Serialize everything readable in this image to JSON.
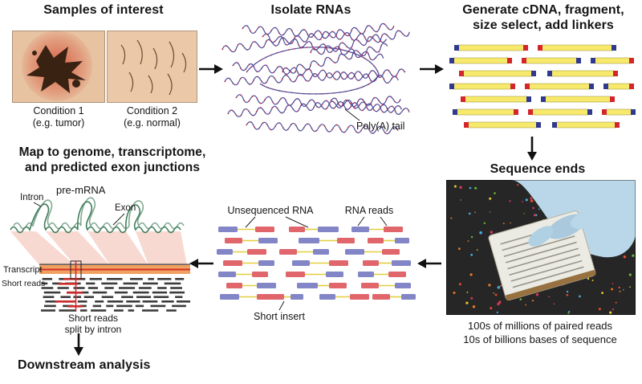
{
  "samples": {
    "title": "Samples of interest",
    "condition1": {
      "label": "Condition 1",
      "sublabel": "(e.g. tumor)"
    },
    "condition2": {
      "label": "Condition 2",
      "sublabel": "(e.g. normal)"
    }
  },
  "isolate": {
    "title": "Isolate RNAs",
    "polya_label": "Poly(A) tail"
  },
  "cdna": {
    "title_line1": "Generate cDNA, fragment,",
    "title_line2": "size select, add linkers"
  },
  "sequence": {
    "title": "Sequence ends",
    "caption_line1": "100s of millions of paired reads",
    "caption_line2": "10s of billions bases of sequence"
  },
  "reads": {
    "unsequenced_label": "Unsequenced RNA",
    "rna_reads_label": "RNA reads",
    "short_insert_label": "Short insert"
  },
  "map": {
    "title_line1": "Map to genome, transcriptome,",
    "title_line2": "and predicted exon junctions",
    "intron_label": "Intron",
    "premrna_label": "pre-mRNA",
    "exon_label": "Exon",
    "transcript_label": "Transcript",
    "short_reads_label": "Short reads",
    "split_label_line1": "Short reads",
    "split_label_line2": "split by intron"
  },
  "downstream": {
    "title": "Downstream analysis"
  },
  "colors": {
    "sample_bg": "#e7c3a2",
    "tumor_dark": "#3a2212",
    "rna_blue": "#474c9c",
    "rna_red": "#c4304a",
    "fragment_yellow": "#f6e96b",
    "linker_red": "#d2262c",
    "linker_blue": "#31398f",
    "read_blue": "#8286c6",
    "read_red": "#e0666c",
    "insert_yellow": "#e3cf3f",
    "premrna_green": "#3f7d5a",
    "fan_pink": "#f6cfc6",
    "transcript_orange": "#f0a060",
    "highlight_red": "#cc2a2a",
    "dash_gray": "#3c3c3c",
    "photo_bg": "#262626",
    "glove_blue": "#b9d7e8",
    "speckle_colors": [
      "#e84a2a",
      "#68b838",
      "#e8c832",
      "#d83858",
      "#48a8d8",
      "#e87a28"
    ]
  }
}
